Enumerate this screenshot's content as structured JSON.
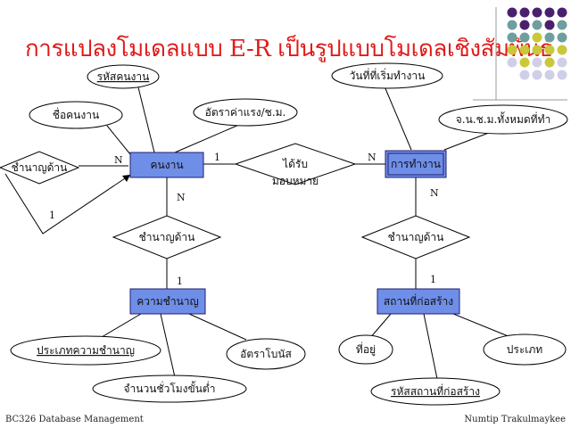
{
  "title": "การแปลงโมเดลแบบ E-R เป็นรูปแบบโมเดลเชิงสัมพันธ์",
  "footer": {
    "left": "BC326 Database Management",
    "right": "Numtip Trakulmaykee"
  },
  "entities": {
    "employee": "คนงาน",
    "employment": "การทำงาน",
    "expertise": "ความชำนาญ",
    "site": "สถานที่ก่อสร้าง"
  },
  "relationships": {
    "hired": "ได้รับ",
    "hired_sub": "มอบหมาย",
    "employee_skill": "ชำนาญด้าน",
    "site_skill": "ชำนาญด้าน",
    "self_skill": "ชำนาญด้าน"
  },
  "attributes": {
    "employee_id": "รหัสคนงาน",
    "employee_name": "ชื่อคนงาน",
    "wage_rate": "อัตราค่าแรง/ช.ม.",
    "start_date": "วันที่ที่เริ่มทำงาน",
    "total_hours": "จ.น.ช.ม.ทั้งหมดที่ทำ",
    "skill_type": "ประเภทความชำนาญ",
    "min_hours": "จำนวนชั่วโมงขั้นต่ำ",
    "bonus_rate": "อัตราโบนัส",
    "address": "ที่อยู่",
    "site_type": "ประเภท",
    "site_id": "รหัสสถานที่ก่อสร้าง"
  },
  "cardinalities": {
    "self_n": "N",
    "self_1": "1",
    "emp_hired_1": "1",
    "hired_employment_n": "N",
    "emp_skill_n": "N",
    "skill_expertise_1": "1",
    "employment_skill_n": "N",
    "skill_site_1": "1"
  },
  "colors": {
    "title": "#e01b1b",
    "entity_fill": "#6f8ee8",
    "entity_border": "#1f1f6f",
    "line": "#000000",
    "decor_purple": "#4a1f6e",
    "decor_teal": "#6f9e9e",
    "decor_yellow": "#c8c83a",
    "decor_lavender": "#cfcfe8"
  }
}
